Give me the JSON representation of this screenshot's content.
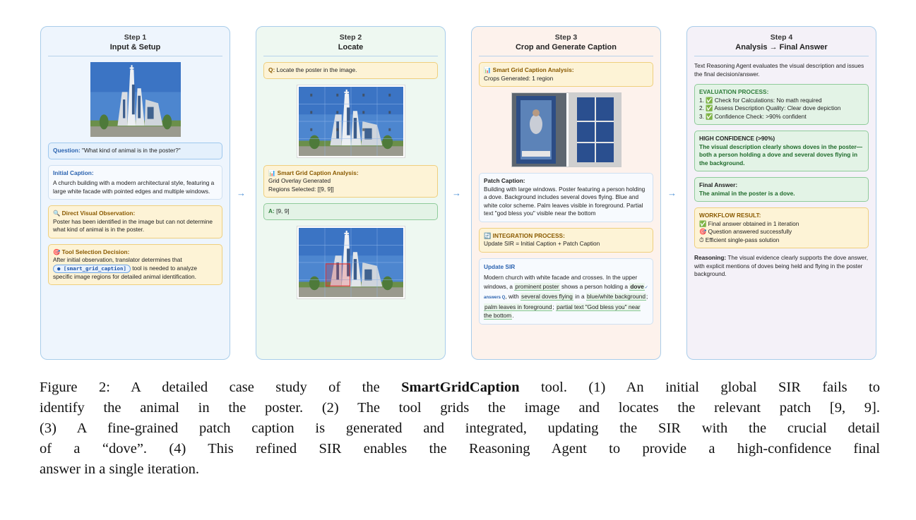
{
  "step1": {
    "num": "Step 1",
    "title": "Input & Setup",
    "question_label": "Question:",
    "question_text": "\"What kind of animal is in the poster?\"",
    "initial_caption_title": "Initial Caption:",
    "initial_caption_text": "A church building with a modern architectural style, featuring a large white facade with pointed edges and multiple windows.",
    "direct_obs_title": "Direct Visual Observation:",
    "direct_obs_text": "Poster has been identified in the image but can not determine what kind of animal is in the poster.",
    "tool_sel_title": "Tool Selection Decision:",
    "tool_sel_pre": "After initial observation, translator determines that",
    "tool_name": "[smart_grid_caption]",
    "tool_sel_post": "tool is needed to analyze specific image regions for detailed animal identification."
  },
  "step2": {
    "num": "Step 2",
    "title": "Locate",
    "q_label": "Q:",
    "q_text": "Locate the poster in the image.",
    "analysis_title": "Smart Grid Caption Analysis:",
    "analysis_line1": "Grid Overlay Generated",
    "analysis_line2": "Regions Selected: [[9, 9]]",
    "a_label": "A:",
    "a_text": "[9, 9]"
  },
  "step3": {
    "num": "Step 3",
    "title": "Crop and Generate Caption",
    "analysis_title": "Smart Grid Caption Analysis:",
    "analysis_line": "Crops Generated: 1 region",
    "patch_title": "Patch Caption:",
    "patch_text": "Building with large windows. Poster featuring a person holding a dove. Background includes several doves flying. Blue and white color scheme. Palm leaves visible in foreground. Partial text \"god bless you\" visible near the bottom",
    "integration_title": "INTEGRATION PROCESS:",
    "integration_text": "Update SIR = Initial Caption + Patch Caption",
    "update_title": "Update SIR",
    "update_t1": "Modern church with white facade and crosses. In the upper windows, a",
    "update_h1": "prominent poster",
    "update_t2": "shows a person holding a",
    "update_h2": "dove",
    "update_tag": "✓ answers Q",
    "update_t3": ", with",
    "update_h3": "several doves flying",
    "update_t4": "in a",
    "update_h4": "blue/white background",
    "update_t5": ";",
    "update_h5": "palm leaves in foreground",
    "update_t6": ";",
    "update_h6": "partial text \"God bless you\" near the bottom",
    "update_t7": "."
  },
  "step4": {
    "num": "Step 4",
    "title": "Analysis → Final Answer",
    "intro": "Text Reasoning Agent evaluates the visual description and issues the final decision/answer.",
    "eval_title": "EVALUATION PROCESS:",
    "eval_1": "1. ✅ Check for Calculations: No math required",
    "eval_2": "2. ✅ Assess Description Quality: Clear dove depiction",
    "eval_3": "3. ✅ Confidence Check: >90% confident",
    "conf_title": "HIGH CONFIDENCE (>90%)",
    "conf_text": "The visual description clearly shows doves in the poster—both a person holding a dove and several doves flying in the background.",
    "final_title": "Final Answer:",
    "final_text": "The animal in the poster is a dove.",
    "workflow_title": "WORKFLOW RESULT:",
    "workflow_1": "✅ Final answer obtained in 1 iteration",
    "workflow_2": "🎯 Question answered successfully",
    "workflow_3": "⏱ Efficient single-pass solution",
    "reasoning_label": "Reasoning:",
    "reasoning_text": "The visual evidence clearly supports the dove answer, with explicit mentions of doves being held and flying in the poster background."
  },
  "icons": {
    "magnifier": "🔍",
    "target": "🎯",
    "bars": "📊",
    "cycle": "🔄",
    "arrow": "→"
  },
  "caption": {
    "prefix": "Figure 2: A detailed case study of the ",
    "tool_bold": "SmartGridCaption",
    "l1_rest": " tool. (1) An initial global SIR fails to",
    "l2": "identify the animal in the poster. (2) The tool grids the image and locates the relevant patch [9, 9].",
    "l3": "(3) A fine-grained patch caption is generated and integrated, updating the SIR with the crucial detail",
    "l4": "of a “dove”. (4) This refined SIR enables the Reasoning Agent to provide a high-confidence final",
    "l5": "answer in a single iteration."
  }
}
